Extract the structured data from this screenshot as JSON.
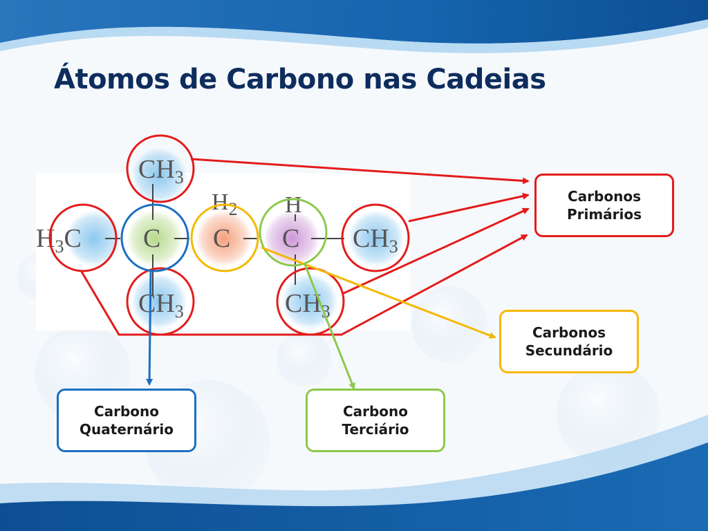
{
  "slide": {
    "title": "Átomos de Carbono nas Cadeias"
  },
  "molecule": {
    "atoms": {
      "ch3_top": {
        "el": "CH",
        "sub": "3"
      },
      "h3c_left": {
        "pre": "H",
        "sub": "3",
        "el": "C"
      },
      "c_quaternary": {
        "el": "C"
      },
      "c_secondary": {
        "el": "C"
      },
      "h2_above": {
        "el": "H",
        "sub": "2"
      },
      "c_tertiary": {
        "el": "C"
      },
      "h_above": {
        "el": "H"
      },
      "ch3_right": {
        "el": "CH",
        "sub": "3"
      },
      "ch3_bottom_left": {
        "el": "CH",
        "sub": "3"
      },
      "ch3_bottom_right": {
        "el": "CH",
        "sub": "3"
      }
    }
  },
  "labels": {
    "primary": {
      "line1": "Carbonos",
      "line2": "Primários",
      "color": "#e31b1b"
    },
    "secondary": {
      "line1": "Carbonos",
      "line2": "Secundário",
      "color": "#f5b800"
    },
    "quaternary": {
      "line1": "Carbono",
      "line2": "Quaternário",
      "color": "#1a6fbf"
    },
    "tertiary": {
      "line1": "Carbono",
      "line2": "Terciário",
      "color": "#8cc84b"
    }
  },
  "colors": {
    "title": "#0e2d5e",
    "wave_dark": "#0f5aa3",
    "wave_light": "#a9d2f0",
    "primary": "#e31b1b",
    "secondary": "#f5b800",
    "tertiary": "#8cc84b",
    "quaternary": "#1a6fbf"
  }
}
